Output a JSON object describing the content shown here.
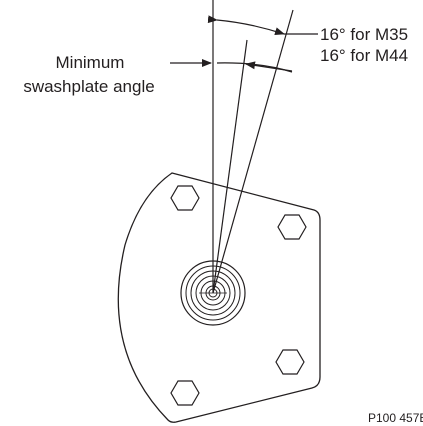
{
  "labels": {
    "min_angle_line1": "Minimum",
    "min_angle_line2": "swashplate angle",
    "angle_m35": "16° for M35",
    "angle_m44": "16° for M44",
    "figure_ref": "P100 457E"
  }
}
